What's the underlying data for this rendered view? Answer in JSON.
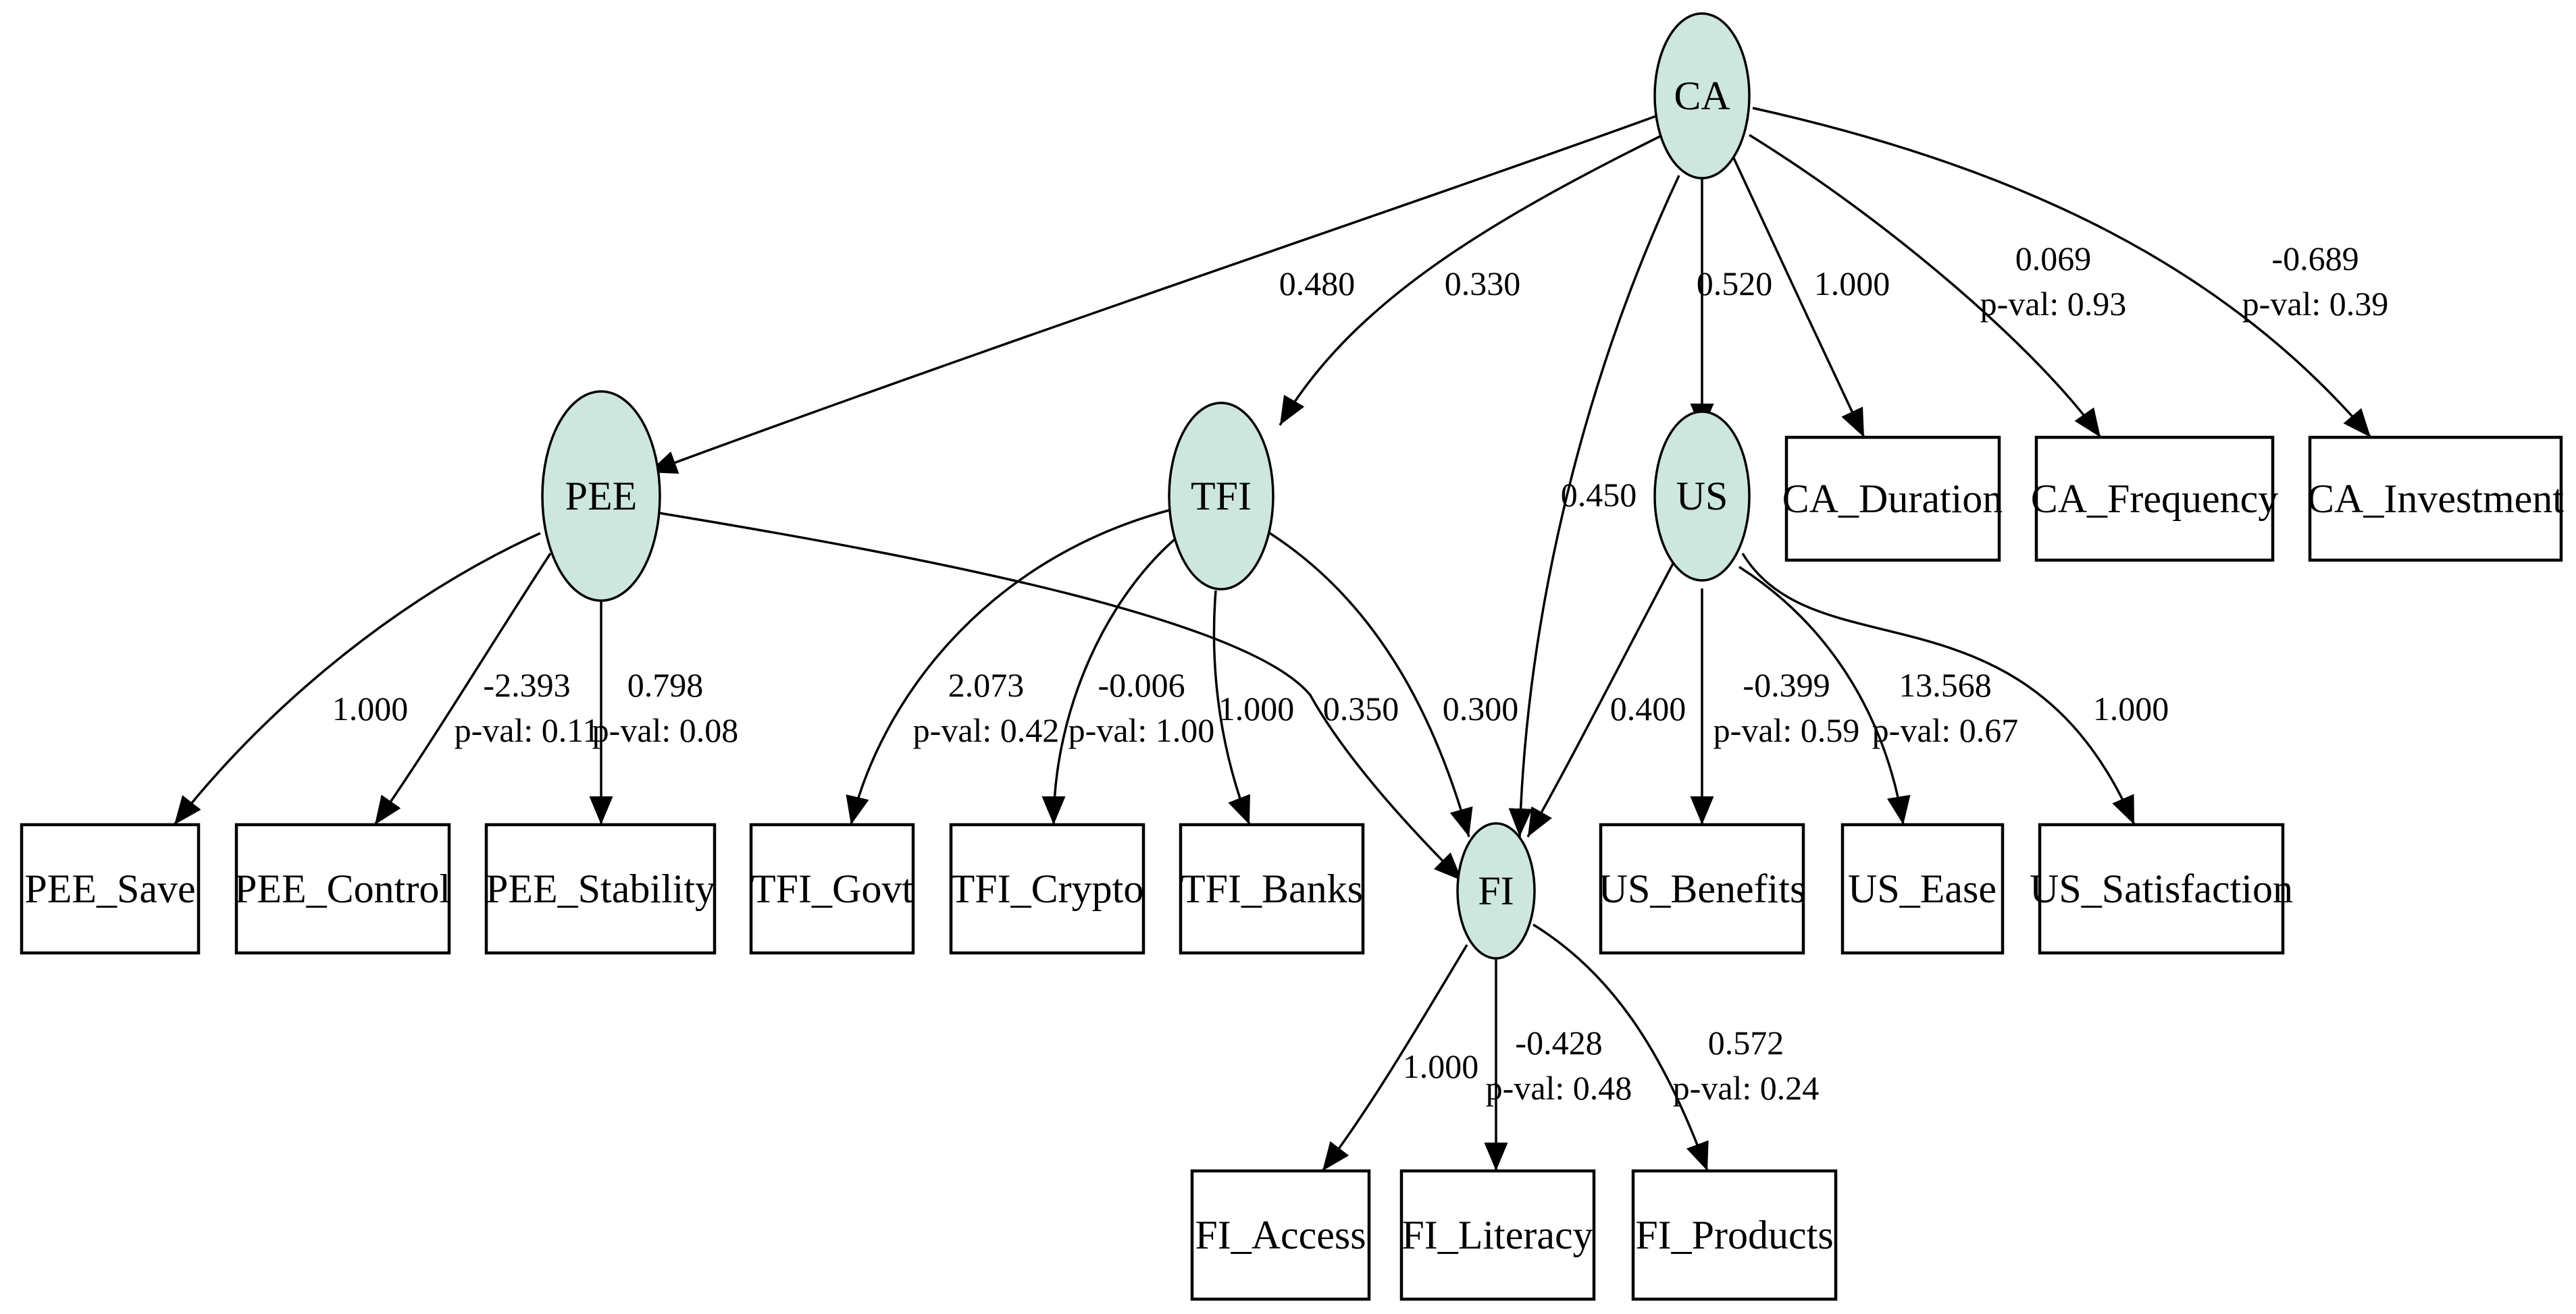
{
  "colors": {
    "latent_fill": "#cde6de",
    "stroke": "#000000",
    "background": "#ffffff"
  },
  "nodes": {
    "CA": "CA",
    "PEE": "PEE",
    "TFI": "TFI",
    "US": "US",
    "FI": "FI",
    "CA_Duration": "CA_Duration",
    "CA_Frequency": "CA_Frequency",
    "CA_Investment": "CA_Investment",
    "PEE_Save": "PEE_Save",
    "PEE_Control": "PEE_Control",
    "PEE_Stability": "PEE_Stability",
    "TFI_Govt": "TFI_Govt",
    "TFI_Crypto": "TFI_Crypto",
    "TFI_Banks": "TFI_Banks",
    "US_Benefits": "US_Benefits",
    "US_Ease": "US_Ease",
    "US_Satisfaction": "US_Satisfaction",
    "FI_Access": "FI_Access",
    "FI_Literacy": "FI_Literacy",
    "FI_Products": "FI_Products"
  },
  "edges": {
    "CA_PEE": {
      "estimate": "0.480"
    },
    "CA_TFI": {
      "estimate": "0.330"
    },
    "CA_FI": {
      "estimate": "0.450"
    },
    "CA_US": {
      "estimate": "0.520"
    },
    "CA_CA_Duration": {
      "estimate": "1.000"
    },
    "CA_CA_Frequency": {
      "estimate": "0.069",
      "pval": "p-val: 0.93"
    },
    "CA_CA_Investment": {
      "estimate": "-0.689",
      "pval": "p-val: 0.39"
    },
    "PEE_PEE_Save": {
      "estimate": "1.000"
    },
    "PEE_PEE_Control": {
      "estimate": "-2.393",
      "pval": "p-val: 0.11"
    },
    "PEE_PEE_Stability": {
      "estimate": "0.798",
      "pval": "p-val: 0.08"
    },
    "PEE_FI": {
      "estimate": "0.350"
    },
    "TFI_TFI_Govt": {
      "estimate": "2.073",
      "pval": "p-val: 0.42"
    },
    "TFI_TFI_Crypto": {
      "estimate": "-0.006",
      "pval": "p-val: 1.00"
    },
    "TFI_TFI_Banks": {
      "estimate": "1.000"
    },
    "TFI_FI": {
      "estimate": "0.300"
    },
    "US_FI": {
      "estimate": "0.400"
    },
    "US_US_Benefits": {
      "estimate": "-0.399",
      "pval": "p-val: 0.59"
    },
    "US_US_Ease": {
      "estimate": "13.568",
      "pval": "p-val: 0.67"
    },
    "US_US_Satisfaction": {
      "estimate": "1.000"
    },
    "FI_FI_Access": {
      "estimate": "1.000"
    },
    "FI_FI_Literacy": {
      "estimate": "-0.428",
      "pval": "p-val: 0.48"
    },
    "FI_FI_Products": {
      "estimate": "0.572",
      "pval": "p-val: 0.24"
    }
  }
}
